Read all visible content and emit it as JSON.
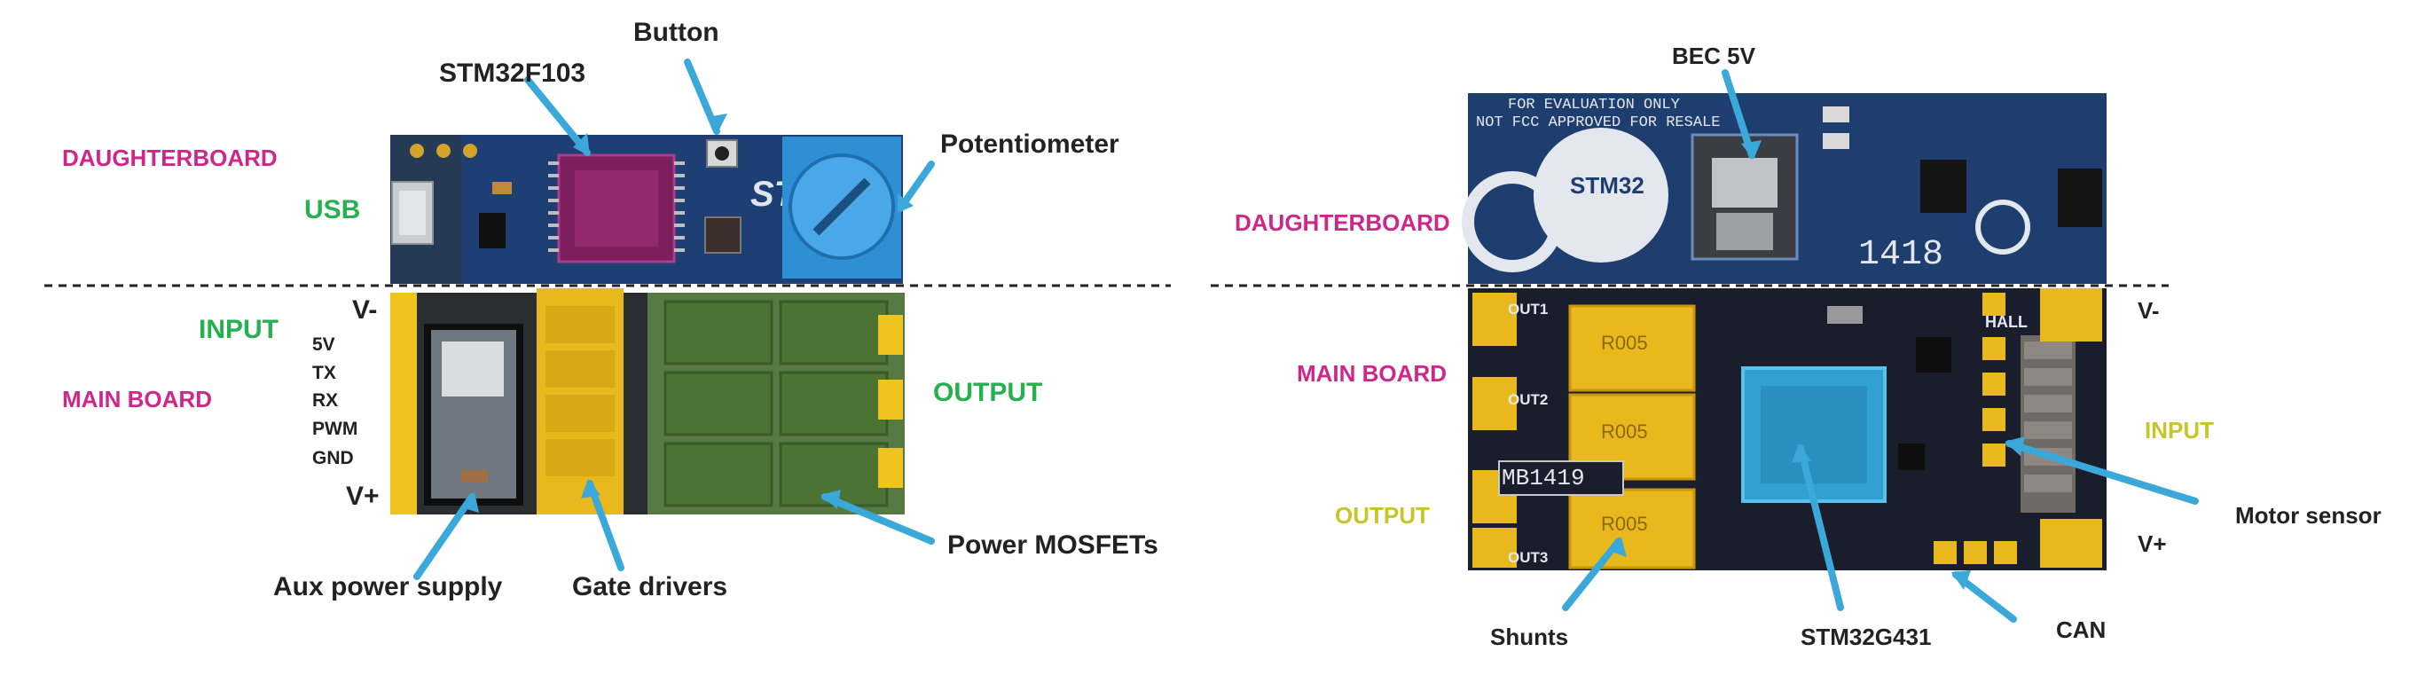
{
  "colors": {
    "arrow": "#3aa8d8",
    "magenta_label": "#d0268a",
    "green_label": "#26b050",
    "yellow_label": "#c6c62a",
    "pcb_blue": "#1d3f74",
    "pcb_dark": "#1a1d2c",
    "gold": "#e8b81c",
    "mosfet_green": "#4f7a3a",
    "mcu_purple": "#7c1f5c",
    "mcu_cyan": "#2fa0d0"
  },
  "left": {
    "button": "Button",
    "stm32f103": "STM32F103",
    "potentiometer": "Potentiometer",
    "daughterboard": "DAUGHTERBOARD",
    "usb": "USB",
    "input": "INPUT",
    "main_board": "MAIN BOARD",
    "v_minus": "V-",
    "v_plus": "V+",
    "pins": [
      "5V",
      "TX",
      "RX",
      "PWM",
      "GND"
    ],
    "output": "OUTPUT",
    "aux_power_supply": "Aux power supply",
    "gate_drivers": "Gate drivers",
    "power_mosfets": "Power MOSFETs"
  },
  "right": {
    "bec": "BEC 5V",
    "daughterboard": "DAUGHTERBOARD",
    "main_board": "MAIN BOARD",
    "output": "OUTPUT",
    "v_minus": "V-",
    "input": "INPUT",
    "v_plus": "V+",
    "motor_sensor": "Motor sensor",
    "shunts": "Shunts",
    "stm32g431": "STM32G431",
    "can": "CAN",
    "silk_eval": "FOR EVALUATION ONLY",
    "silk_fcc": "NOT FCC APPROVED FOR RESALE",
    "silk_stm32": "STM32",
    "silk_1418": "1418",
    "silk_hall": "HALL",
    "silk_mb": "MB1419",
    "silk_out1": "OUT1",
    "silk_out2": "OUT2",
    "silk_out3": "OUT3",
    "silk_r005": "R005"
  }
}
